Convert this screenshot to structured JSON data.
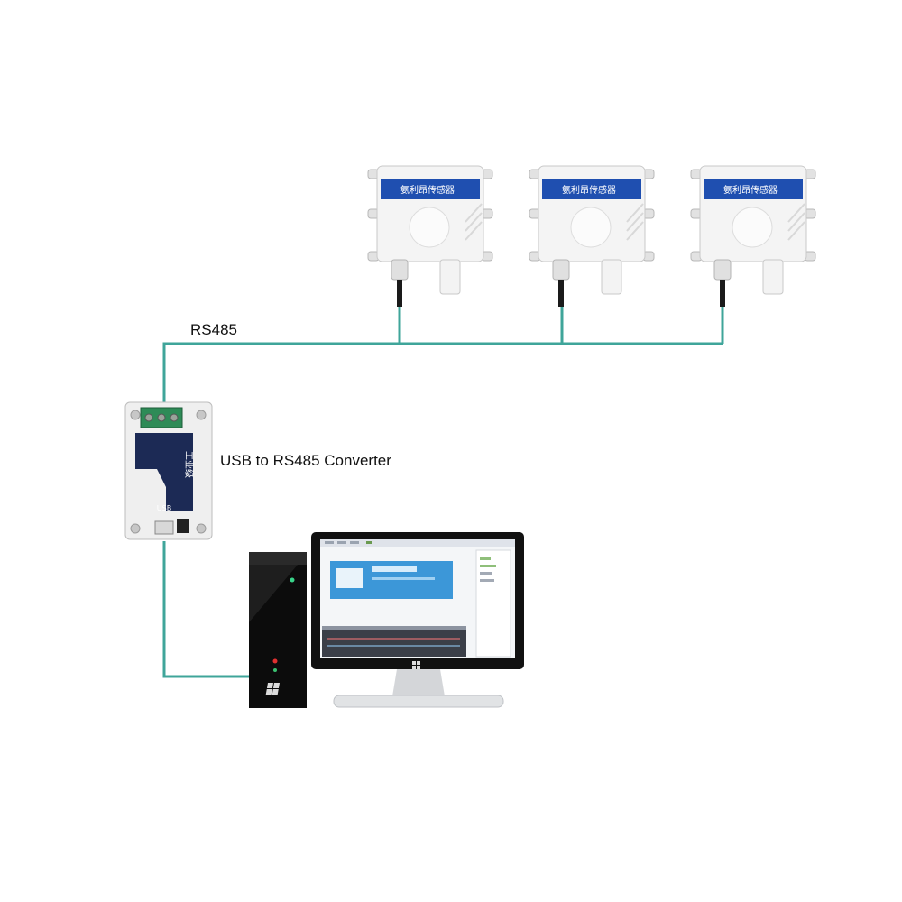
{
  "labels": {
    "bus": "RS485",
    "converter": "USB to RS485 Converter"
  },
  "sensors": [
    {
      "title": "氨利昂传感器"
    },
    {
      "title": "氨利昂传感器"
    },
    {
      "title": "氨利昂传感器"
    }
  ],
  "converter": {
    "side_text": "工业级",
    "usb_text": "USB"
  },
  "colors": {
    "wire": "#3fa59a",
    "sensor_band": "#1f4fb0",
    "converter_panel": "#1c2a55",
    "tower": "#0c0c0c",
    "monitor_frame": "#111111"
  }
}
